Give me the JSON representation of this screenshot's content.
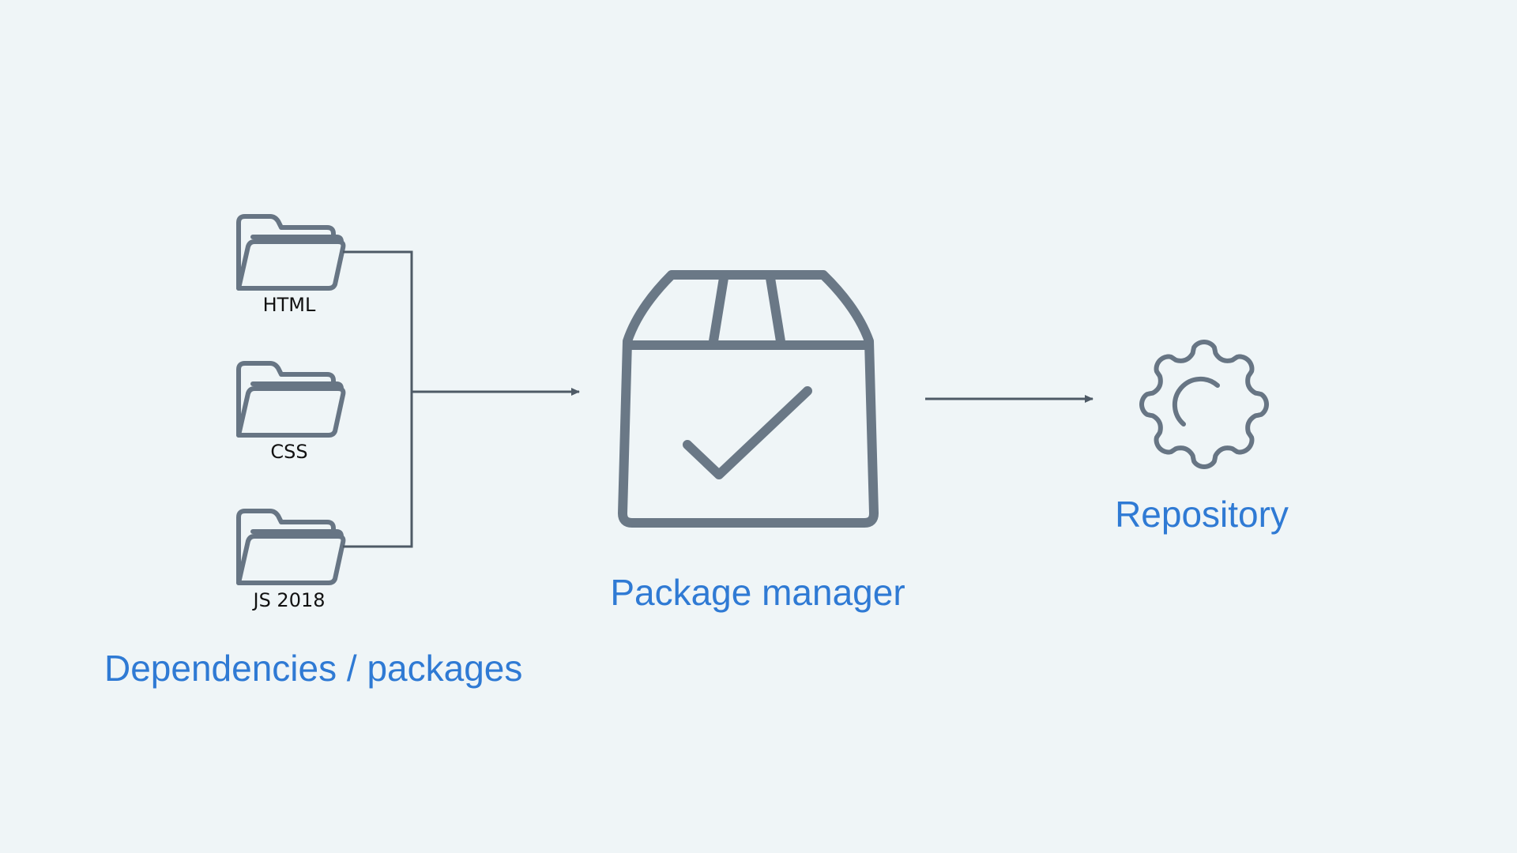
{
  "diagram": {
    "folders": [
      {
        "label": "HTML"
      },
      {
        "label": "CSS"
      },
      {
        "label": "JS 2018"
      }
    ],
    "group_label": "Dependencies / packages",
    "package_manager_label": "Package manager",
    "repository_label": "Repository",
    "colors": {
      "background": "#eff5f7",
      "label_blue": "#2f7ad4",
      "icon_gray": "#677584",
      "connector": "#4e5a66"
    },
    "icons": [
      "folder-icon",
      "folder-icon",
      "folder-icon",
      "package-box-icon",
      "checkmark-icon",
      "gear-icon"
    ]
  }
}
